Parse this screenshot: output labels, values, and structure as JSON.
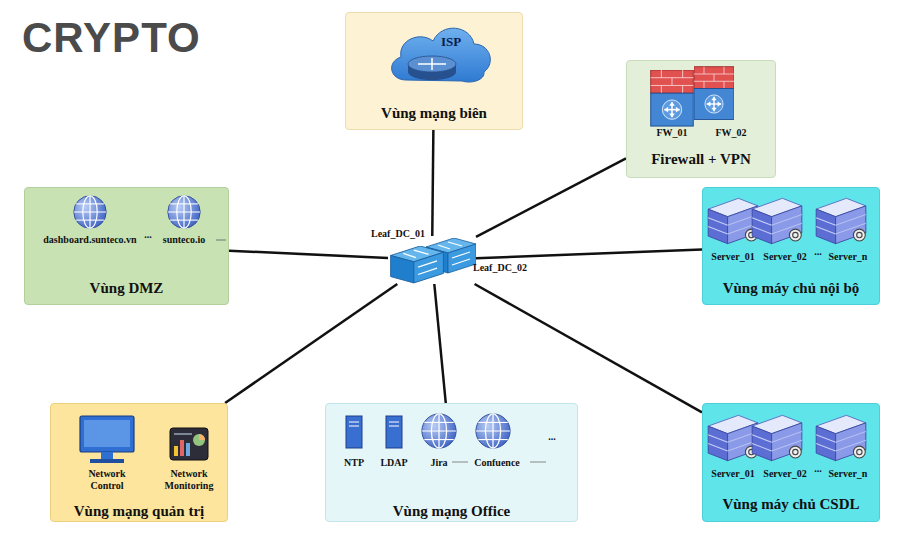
{
  "diagram": {
    "nodes": [
      {
        "text": [
          "Vùng mạng biên"
        ]
      },
      {
        "text": [
          "ISP"
        ],
        "in": 0
      },
      {
        "text": [
          "Firewall + VPN"
        ]
      },
      {
        "text": [
          "Vùng DMZ"
        ]
      },
      {
        "text": [
          "Vùng máy chủ nội bộ"
        ]
      },
      {
        "text": [
          "Leaf_DC_01",
          "Leaf_DC_02"
        ]
      },
      {
        "text": [
          "Vùng mạng quản trị"
        ]
      },
      {
        "text": [
          "Vùng mạng Office"
        ]
      },
      {
        "text": [
          "Vùng máy chủ CSDL"
        ]
      }
    ],
    "edges": [
      {
        "from": 5,
        "to": 0,
        "arrow": "none"
      },
      {
        "from": 5,
        "to": 2,
        "arrow": "none"
      },
      {
        "from": 5,
        "to": 3,
        "arrow": "none"
      },
      {
        "from": 5,
        "to": 4,
        "arrow": "none"
      },
      {
        "from": 5,
        "to": 6,
        "arrow": "none"
      },
      {
        "from": 5,
        "to": 7,
        "arrow": "none"
      },
      {
        "from": 5,
        "to": 8,
        "arrow": "none"
      }
    ],
    "labels": [
      "CRYPTO",
      "FW_01",
      "FW_02",
      "dashboard.sunteco.vn",
      "...",
      "sunteco.io",
      "Server_01",
      "Server_02",
      "...",
      "Server_n",
      "Network Control",
      "Network Monitoring",
      "NTP",
      "LDAP",
      "Jira",
      "Confuence",
      "...",
      "Server_01",
      "Server_02",
      "...",
      "Server_n"
    ]
  }
}
